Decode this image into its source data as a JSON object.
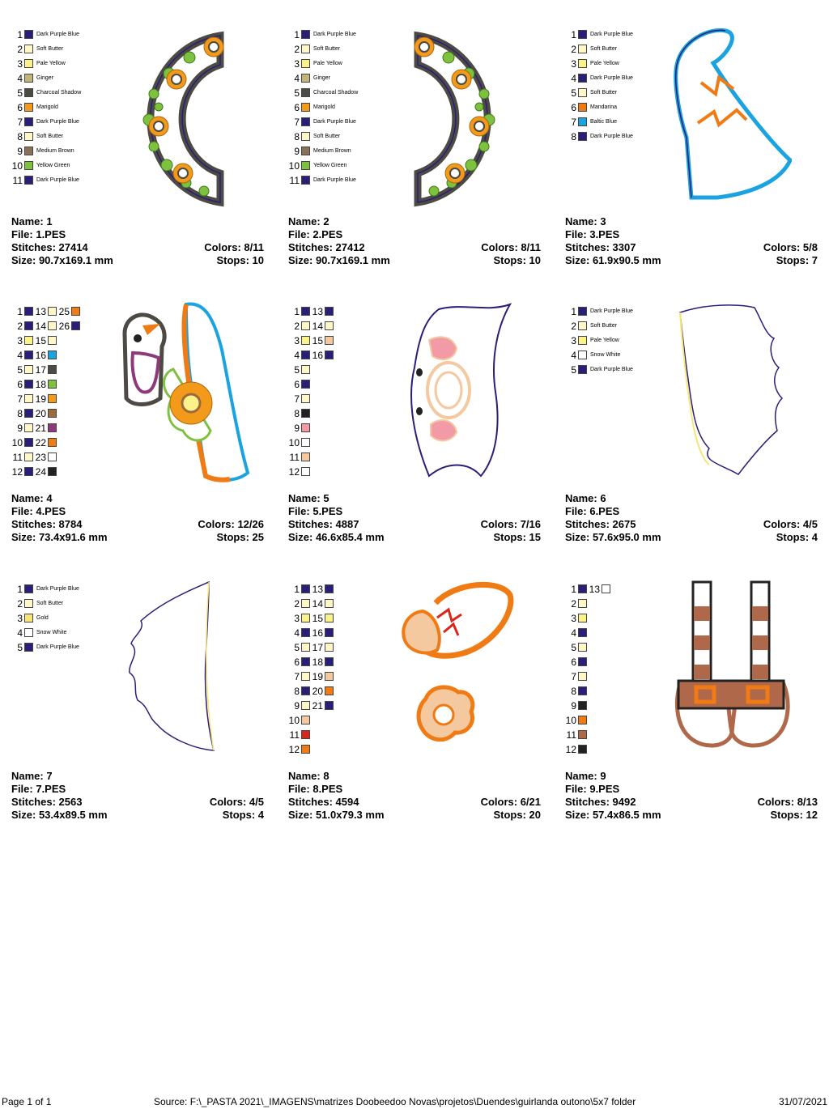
{
  "palette": {
    "dark_purple_blue": "#2a1f78",
    "soft_butter": "#fff7c8",
    "pale_yellow": "#fbf28a",
    "ginger": "#c2b57a",
    "charcoal_shadow": "#4d4a44",
    "marigold": "#f39a1a",
    "medium_brown": "#8a7057",
    "yellow_green": "#7ec13e",
    "mandarina": "#f07a14",
    "baltic_blue": "#1aa3e0",
    "snow_white": "#ffffff",
    "gold": "#f7e675"
  },
  "designs": [
    {
      "name_label": "Name: 1",
      "file_label": "File: 1.PES",
      "stitches_label": "Stitches: 27414",
      "colors_label": "Colors: 8/11",
      "size_label": "Size: 90.7x169.1 mm",
      "stops_label": "Stops: 10",
      "icon": "sunflower-wreath-left",
      "swatch_layout": "named",
      "swatches": [
        {
          "n": "1",
          "color": "#2a1f78",
          "name": "Dark Purple Blue"
        },
        {
          "n": "2",
          "color": "#fff7c8",
          "name": "Soft Butter"
        },
        {
          "n": "3",
          "color": "#fbf28a",
          "name": "Pale Yellow"
        },
        {
          "n": "4",
          "color": "#c2b57a",
          "name": "Ginger"
        },
        {
          "n": "5",
          "color": "#4d4a44",
          "name": "Charcoal Shadow"
        },
        {
          "n": "6",
          "color": "#f39a1a",
          "name": "Marigold"
        },
        {
          "n": "7",
          "color": "#2a1f78",
          "name": "Dark Purple Blue"
        },
        {
          "n": "8",
          "color": "#fff7c8",
          "name": "Soft Butter"
        },
        {
          "n": "9",
          "color": "#8a7057",
          "name": "Medium Brown"
        },
        {
          "n": "10",
          "color": "#7ec13e",
          "name": "Yellow Green"
        },
        {
          "n": "11",
          "color": "#2a1f78",
          "name": "Dark Purple Blue"
        }
      ]
    },
    {
      "name_label": "Name: 2",
      "file_label": "File: 2.PES",
      "stitches_label": "Stitches: 27412",
      "colors_label": "Colors: 8/11",
      "size_label": "Size: 90.7x169.1 mm",
      "stops_label": "Stops: 10",
      "icon": "sunflower-wreath-right",
      "swatch_layout": "named",
      "swatches": [
        {
          "n": "1",
          "color": "#2a1f78",
          "name": "Dark Purple Blue"
        },
        {
          "n": "2",
          "color": "#fff7c8",
          "name": "Soft Butter"
        },
        {
          "n": "3",
          "color": "#fbf28a",
          "name": "Pale Yellow"
        },
        {
          "n": "4",
          "color": "#c2b57a",
          "name": "Ginger"
        },
        {
          "n": "5",
          "color": "#4d4a44",
          "name": "Charcoal Shadow"
        },
        {
          "n": "6",
          "color": "#f39a1a",
          "name": "Marigold"
        },
        {
          "n": "7",
          "color": "#2a1f78",
          "name": "Dark Purple Blue"
        },
        {
          "n": "8",
          "color": "#fff7c8",
          "name": "Soft Butter"
        },
        {
          "n": "9",
          "color": "#8a7057",
          "name": "Medium Brown"
        },
        {
          "n": "10",
          "color": "#7ec13e",
          "name": "Yellow Green"
        },
        {
          "n": "11",
          "color": "#2a1f78",
          "name": "Dark Purple Blue"
        }
      ]
    },
    {
      "name_label": "Name: 3",
      "file_label": "File: 3.PES",
      "stitches_label": "Stitches: 3307",
      "colors_label": "Colors: 5/8",
      "size_label": "Size: 61.9x90.5 mm",
      "stops_label": "Stops: 7",
      "icon": "gnome-hat",
      "swatch_layout": "named",
      "swatches": [
        {
          "n": "1",
          "color": "#2a1f78",
          "name": "Dark Purple Blue"
        },
        {
          "n": "2",
          "color": "#fff7c8",
          "name": "Soft Butter"
        },
        {
          "n": "3",
          "color": "#fbf28a",
          "name": "Pale Yellow"
        },
        {
          "n": "4",
          "color": "#2a1f78",
          "name": "Dark Purple Blue"
        },
        {
          "n": "5",
          "color": "#fff7c8",
          "name": "Soft Butter"
        },
        {
          "n": "6",
          "color": "#f07a14",
          "name": "Mandarina"
        },
        {
          "n": "7",
          "color": "#1aa3e0",
          "name": "Baltic Blue"
        },
        {
          "n": "8",
          "color": "#2a1f78",
          "name": "Dark Purple Blue"
        }
      ]
    },
    {
      "name_label": "Name: 4",
      "file_label": "File: 4.PES",
      "stitches_label": "Stitches: 8784",
      "colors_label": "Colors: 12/26",
      "size_label": "Size: 73.4x91.6 mm",
      "stops_label": "Stops: 25",
      "icon": "hat-with-bird-and-sunflower",
      "swatch_layout": "grid",
      "swatches": [
        {
          "n": "1",
          "color": "#2a1f78"
        },
        {
          "n": "2",
          "color": "#2a1f78"
        },
        {
          "n": "3",
          "color": "#fbf28a"
        },
        {
          "n": "4",
          "color": "#2a1f78"
        },
        {
          "n": "5",
          "color": "#fff7c8"
        },
        {
          "n": "6",
          "color": "#2a1f78"
        },
        {
          "n": "7",
          "color": "#fff7c8"
        },
        {
          "n": "8",
          "color": "#2a1f78"
        },
        {
          "n": "9",
          "color": "#fff7c8"
        },
        {
          "n": "10",
          "color": "#2a1f78"
        },
        {
          "n": "11",
          "color": "#fff7c8"
        },
        {
          "n": "12",
          "color": "#2a1f78"
        },
        {
          "n": "13",
          "color": "#fff7c8"
        },
        {
          "n": "14",
          "color": "#fff7c8"
        },
        {
          "n": "15",
          "color": "#fff7c8"
        },
        {
          "n": "16",
          "color": "#1aa3e0"
        },
        {
          "n": "17",
          "color": "#4d4a44"
        },
        {
          "n": "18",
          "color": "#7ec13e"
        },
        {
          "n": "19",
          "color": "#f39a1a"
        },
        {
          "n": "20",
          "color": "#9a6a3a"
        },
        {
          "n": "21",
          "color": "#8e3a7a"
        },
        {
          "n": "22",
          "color": "#f07a14"
        },
        {
          "n": "23",
          "color": "#ffffff"
        },
        {
          "n": "24",
          "color": "#222222"
        },
        {
          "n": "25",
          "color": "#f07a14"
        },
        {
          "n": "26",
          "color": "#2a1f78"
        }
      ]
    },
    {
      "name_label": "Name: 5",
      "file_label": "File: 5.PES",
      "stitches_label": "Stitches: 4887",
      "colors_label": "Colors: 7/16",
      "size_label": "Size: 46.6x85.4 mm",
      "stops_label": "Stops: 15",
      "icon": "gnome-face-beard",
      "swatch_layout": "grid",
      "swatches": [
        {
          "n": "1",
          "color": "#2a1f78"
        },
        {
          "n": "2",
          "color": "#fff7c8"
        },
        {
          "n": "3",
          "color": "#fbf28a"
        },
        {
          "n": "4",
          "color": "#2a1f78"
        },
        {
          "n": "5",
          "color": "#fff7c8"
        },
        {
          "n": "6",
          "color": "#2a1f78"
        },
        {
          "n": "7",
          "color": "#fff7c8"
        },
        {
          "n": "8",
          "color": "#222222"
        },
        {
          "n": "9",
          "color": "#f29aa6"
        },
        {
          "n": "10",
          "color": "#ffffff"
        },
        {
          "n": "11",
          "color": "#f5c9a0"
        },
        {
          "n": "12",
          "color": "#ffffff"
        },
        {
          "n": "13",
          "color": "#2a1f78"
        },
        {
          "n": "14",
          "color": "#fff7c8"
        },
        {
          "n": "15",
          "color": "#f5c9a0"
        },
        {
          "n": "16",
          "color": "#2a1f78"
        }
      ]
    },
    {
      "name_label": "Name: 6",
      "file_label": "File: 6.PES",
      "stitches_label": "Stitches: 2675",
      "colors_label": "Colors: 4/5",
      "size_label": "Size: 57.6x95.0 mm",
      "stops_label": "Stops: 4",
      "icon": "beard-right",
      "swatch_layout": "named",
      "swatches": [
        {
          "n": "1",
          "color": "#2a1f78",
          "name": "Dark Purple Blue"
        },
        {
          "n": "2",
          "color": "#fff7c8",
          "name": "Soft Butter"
        },
        {
          "n": "3",
          "color": "#fbf28a",
          "name": "Pale Yellow"
        },
        {
          "n": "4",
          "color": "#ffffff",
          "name": "Snow White"
        },
        {
          "n": "5",
          "color": "#2a1f78",
          "name": "Dark Purple Blue"
        }
      ]
    },
    {
      "name_label": "Name: 7",
      "file_label": "File: 7.PES",
      "stitches_label": "Stitches: 2563",
      "colors_label": "Colors: 4/5",
      "size_label": "Size: 53.4x89.5 mm",
      "stops_label": "Stops: 4",
      "icon": "beard-left",
      "swatch_layout": "named",
      "swatches": [
        {
          "n": "1",
          "color": "#2a1f78",
          "name": "Dark Purple Blue"
        },
        {
          "n": "2",
          "color": "#fff7c8",
          "name": "Soft Butter"
        },
        {
          "n": "3",
          "color": "#f7e675",
          "name": "Gold"
        },
        {
          "n": "4",
          "color": "#ffffff",
          "name": "Snow White"
        },
        {
          "n": "5",
          "color": "#2a1f78",
          "name": "Dark Purple Blue"
        }
      ]
    },
    {
      "name_label": "Name: 8",
      "file_label": "File: 8.PES",
      "stitches_label": "Stitches: 4594",
      "colors_label": "Colors: 6/21",
      "size_label": "Size: 51.0x79.3 mm",
      "stops_label": "Stops: 20",
      "icon": "gnome-hands",
      "swatch_layout": "grid",
      "swatches": [
        {
          "n": "1",
          "color": "#2a1f78"
        },
        {
          "n": "2",
          "color": "#fff7c8"
        },
        {
          "n": "3",
          "color": "#fbf28a"
        },
        {
          "n": "4",
          "color": "#2a1f78"
        },
        {
          "n": "5",
          "color": "#fff7c8"
        },
        {
          "n": "6",
          "color": "#2a1f78"
        },
        {
          "n": "7",
          "color": "#fff7c8"
        },
        {
          "n": "8",
          "color": "#2a1f78"
        },
        {
          "n": "9",
          "color": "#fff7c8"
        },
        {
          "n": "10",
          "color": "#f5c9a0"
        },
        {
          "n": "11",
          "color": "#d8261d"
        },
        {
          "n": "12",
          "color": "#f07a14"
        },
        {
          "n": "13",
          "color": "#2a1f78"
        },
        {
          "n": "14",
          "color": "#fff7c8"
        },
        {
          "n": "15",
          "color": "#fbf28a"
        },
        {
          "n": "16",
          "color": "#2a1f78"
        },
        {
          "n": "17",
          "color": "#fff7c8"
        },
        {
          "n": "18",
          "color": "#2a1f78"
        },
        {
          "n": "19",
          "color": "#f5c9a0"
        },
        {
          "n": "20",
          "color": "#f07a14"
        },
        {
          "n": "21",
          "color": "#2a1f78"
        }
      ]
    },
    {
      "name_label": "Name: 9",
      "file_label": "File: 9.PES",
      "stitches_label": "Stitches: 9492",
      "colors_label": "Colors: 8/13",
      "size_label": "Size: 57.4x86.5 mm",
      "stops_label": "Stops: 12",
      "icon": "gnome-legs-boots",
      "swatch_layout": "grid",
      "swatches": [
        {
          "n": "1",
          "color": "#2a1f78"
        },
        {
          "n": "2",
          "color": "#fff7c8"
        },
        {
          "n": "3",
          "color": "#fbf28a"
        },
        {
          "n": "4",
          "color": "#2a1f78"
        },
        {
          "n": "5",
          "color": "#fff7c8"
        },
        {
          "n": "6",
          "color": "#2a1f78"
        },
        {
          "n": "7",
          "color": "#fff7c8"
        },
        {
          "n": "8",
          "color": "#2a1f78"
        },
        {
          "n": "9",
          "color": "#222222"
        },
        {
          "n": "10",
          "color": "#f07a14"
        },
        {
          "n": "11",
          "color": "#b0684a"
        },
        {
          "n": "12",
          "color": "#222222"
        },
        {
          "n": "13",
          "color": "#ffffff"
        }
      ]
    }
  ],
  "footer": {
    "page_label": "Page 1 of 1",
    "source_label": "Source: F:\\_PASTA 2021\\_IMAGENS\\matrizes Doobeedoo Novas\\projetos\\Duendes\\guirlanda outono\\5x7 folder",
    "date_label": "31/07/2021"
  }
}
